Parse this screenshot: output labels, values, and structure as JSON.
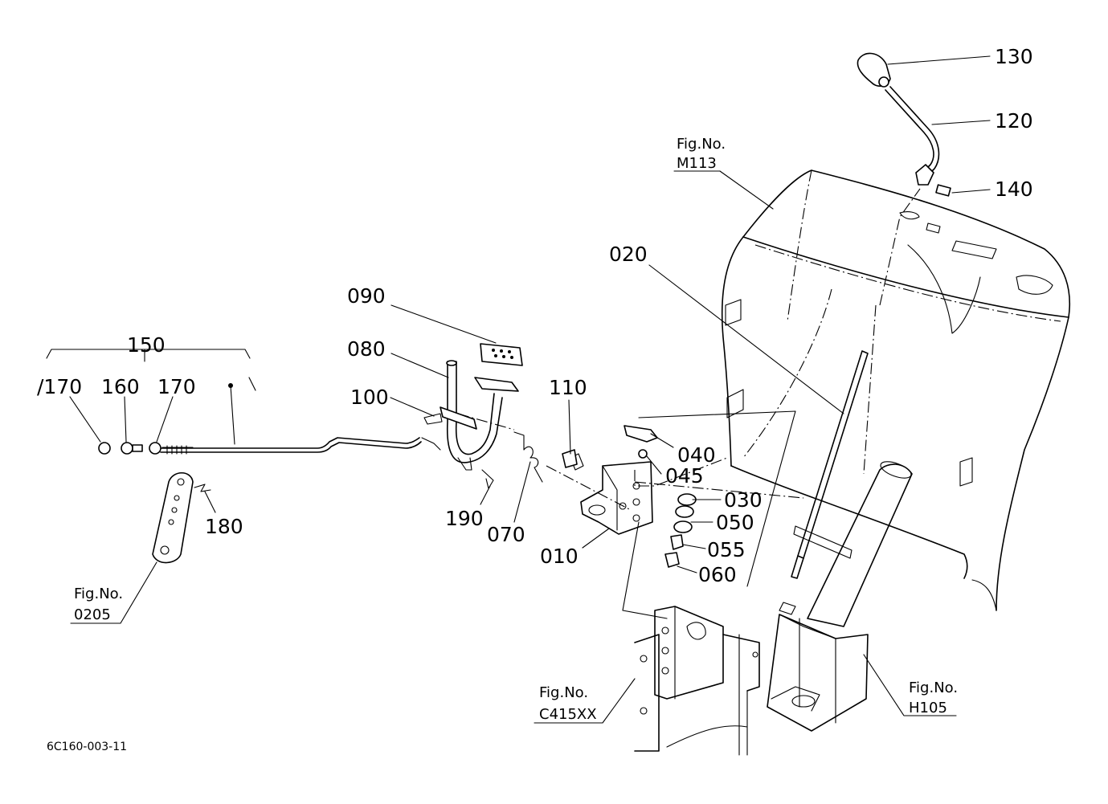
{
  "callouts": {
    "p130": "130",
    "p120": "120",
    "p140": "140",
    "p020": "020",
    "p090": "090",
    "p080": "080",
    "p100": "100",
    "p110": "110",
    "p150": "150",
    "p170a": "/170",
    "p160": "160",
    "p170b": "170",
    "p040": "040",
    "p045": "045",
    "p030": "030",
    "p050": "050",
    "p055": "055",
    "p060": "060",
    "p010": "010",
    "p070": "070",
    "p190": "190",
    "p180": "180"
  },
  "figure_refs": {
    "m113": {
      "title": "Fig.No.",
      "number": "M113"
    },
    "f0205": {
      "title": "Fig.No.",
      "number": "0205"
    },
    "c415": {
      "title": "Fig.No.",
      "number": "C415XX"
    },
    "h105": {
      "title": "Fig.No.",
      "number": "H105"
    }
  },
  "drawing_code": "6C160-003-11"
}
